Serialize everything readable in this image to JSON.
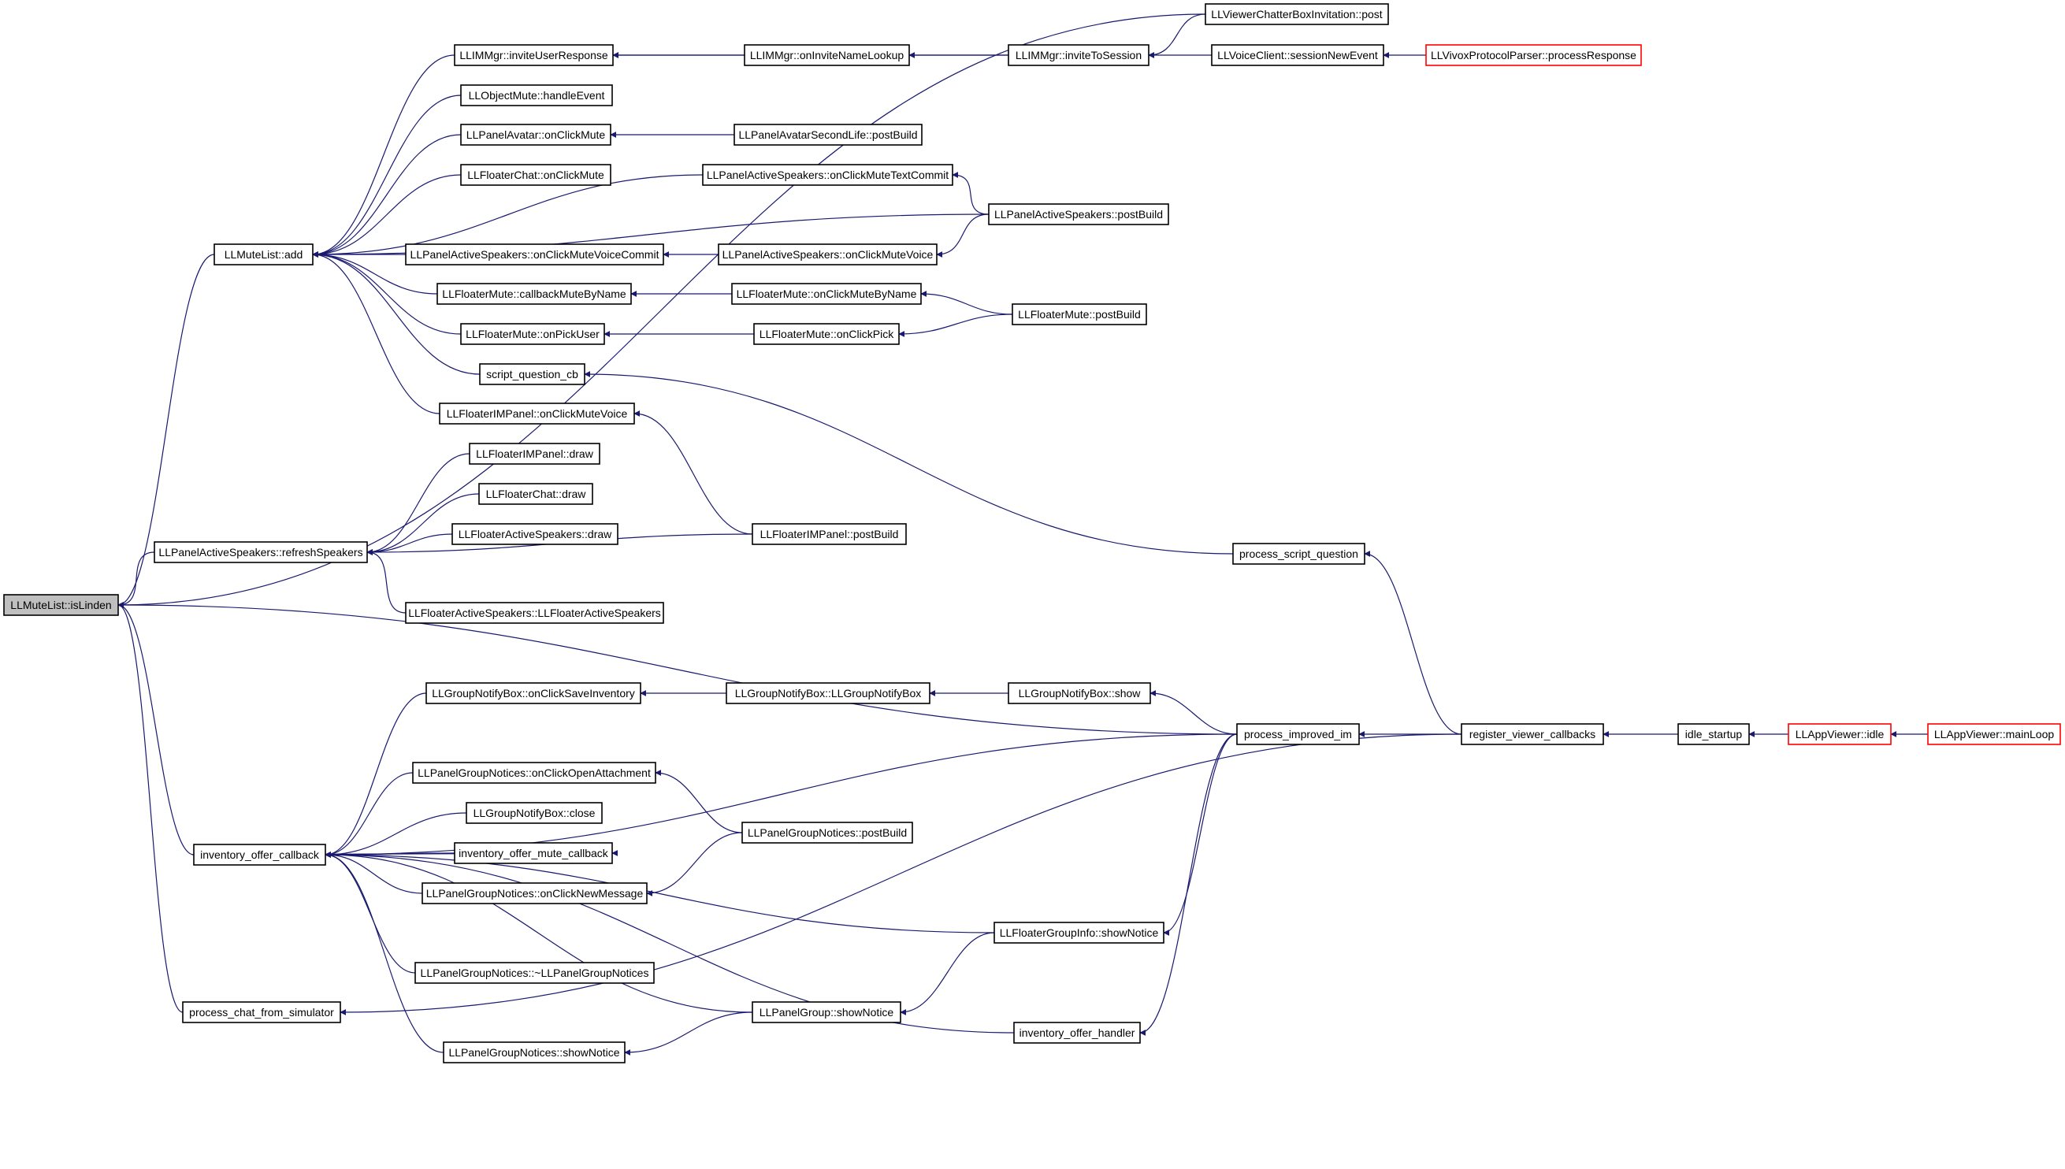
{
  "graph": {
    "colors": {
      "edge": "#191970",
      "node_border": "#000000",
      "truncated_border": "#ff0000",
      "selected_fill": "#bfbfbf"
    },
    "nodes": [
      {
        "id": "isLinden",
        "label": "LLMuteList::isLinden",
        "selected": true
      },
      {
        "id": "add",
        "label": "LLMuteList::add"
      },
      {
        "id": "refresh",
        "label": "LLPanelActiveSpeakers::refreshSpeakers"
      },
      {
        "id": "invcb",
        "label": "inventory_offer_callback"
      },
      {
        "id": "chatsim",
        "label": "process_chat_from_simulator"
      },
      {
        "id": "invUserResp",
        "label": "LLIMMgr::inviteUserResponse"
      },
      {
        "id": "objMute",
        "label": "LLObjectMute::handleEvent"
      },
      {
        "id": "pAvClick",
        "label": "LLPanelAvatar::onClickMute"
      },
      {
        "id": "fChatClick",
        "label": "LLFloaterChat::onClickMute"
      },
      {
        "id": "pasVoiceCommit",
        "label": "LLPanelActiveSpeakers::onClickMuteVoiceCommit"
      },
      {
        "id": "fmCbByName",
        "label": "LLFloaterMute::callbackMuteByName"
      },
      {
        "id": "fmPickUser",
        "label": "LLFloaterMute::onPickUser"
      },
      {
        "id": "scriptQ",
        "label": "script_question_cb"
      },
      {
        "id": "fimMuteVoice",
        "label": "LLFloaterIMPanel::onClickMuteVoice"
      },
      {
        "id": "fimDraw",
        "label": "LLFloaterIMPanel::draw"
      },
      {
        "id": "fchatDraw",
        "label": "LLFloaterChat::draw"
      },
      {
        "id": "fasDraw",
        "label": "LLFloaterActiveSpeakers::draw"
      },
      {
        "id": "fasCtor",
        "label": "LLFloaterActiveSpeakers::LLFloaterActiveSpeakers"
      },
      {
        "id": "onInviteName",
        "label": "LLIMMgr::onInviteNameLookup"
      },
      {
        "id": "pavslPost",
        "label": "LLPanelAvatarSecondLife::postBuild"
      },
      {
        "id": "pasTextCommit",
        "label": "LLPanelActiveSpeakers::onClickMuteTextCommit"
      },
      {
        "id": "pasClickVoice",
        "label": "LLPanelActiveSpeakers::onClickMuteVoice"
      },
      {
        "id": "fmClickByName",
        "label": "LLFloaterMute::onClickMuteByName"
      },
      {
        "id": "fmClickPick",
        "label": "LLFloaterMute::onClickPick"
      },
      {
        "id": "fimPost",
        "label": "LLFloaterIMPanel::postBuild"
      },
      {
        "id": "inviteToSession",
        "label": "LLIMMgr::inviteToSession"
      },
      {
        "id": "pasPost",
        "label": "LLPanelActiveSpeakers::postBuild"
      },
      {
        "id": "fmPost",
        "label": "LLFloaterMute::postBuild"
      },
      {
        "id": "vcbPost",
        "label": "LLViewerChatterBoxInvitation::post"
      },
      {
        "id": "voiceNew",
        "label": "LLVoiceClient::sessionNewEvent"
      },
      {
        "id": "vivox",
        "label": "LLVivoxProtocolParser::processResponse",
        "truncated": true
      },
      {
        "id": "procScriptQ",
        "label": "process_script_question"
      },
      {
        "id": "gnbSaveInv",
        "label": "LLGroupNotifyBox::onClickSaveInventory"
      },
      {
        "id": "gnbCtor",
        "label": "LLGroupNotifyBox::LLGroupNotifyBox"
      },
      {
        "id": "gnbShow",
        "label": "LLGroupNotifyBox::show"
      },
      {
        "id": "procIm",
        "label": "process_improved_im"
      },
      {
        "id": "regCb",
        "label": "register_viewer_callbacks"
      },
      {
        "id": "idleStartup",
        "label": "idle_startup"
      },
      {
        "id": "appIdle",
        "label": "LLAppViewer::idle",
        "truncated": true
      },
      {
        "id": "appLoop",
        "label": "LLAppViewer::mainLoop",
        "truncated": true
      },
      {
        "id": "pgnOpenAtt",
        "label": "LLPanelGroupNotices::onClickOpenAttachment"
      },
      {
        "id": "gnbClose",
        "label": "LLGroupNotifyBox::close"
      },
      {
        "id": "invMuteCb",
        "label": "inventory_offer_mute_callback"
      },
      {
        "id": "pgnNewMsg",
        "label": "LLPanelGroupNotices::onClickNewMessage"
      },
      {
        "id": "pgnPost",
        "label": "LLPanelGroupNotices::postBuild"
      },
      {
        "id": "fgiShowNotice",
        "label": "LLFloaterGroupInfo::showNotice"
      },
      {
        "id": "pgnDtor",
        "label": "LLPanelGroupNotices::~LLPanelGroupNotices"
      },
      {
        "id": "pgShowNotice",
        "label": "LLPanelGroup::showNotice"
      },
      {
        "id": "pgnShowNotice",
        "label": "LLPanelGroupNotices::showNotice"
      },
      {
        "id": "invHandler",
        "label": "inventory_offer_handler"
      }
    ],
    "edges": [
      [
        "add",
        "isLinden"
      ],
      [
        "refresh",
        "isLinden"
      ],
      [
        "invcb",
        "isLinden"
      ],
      [
        "chatsim",
        "isLinden"
      ],
      [
        "vcbPost",
        "isLinden"
      ],
      [
        "procIm",
        "isLinden"
      ],
      [
        "invUserResp",
        "add"
      ],
      [
        "objMute",
        "add"
      ],
      [
        "pAvClick",
        "add"
      ],
      [
        "fChatClick",
        "add"
      ],
      [
        "pasVoiceCommit",
        "add"
      ],
      [
        "fmCbByName",
        "add"
      ],
      [
        "fmPickUser",
        "add"
      ],
      [
        "scriptQ",
        "add"
      ],
      [
        "fimMuteVoice",
        "add"
      ],
      [
        "pasTextCommit",
        "add"
      ],
      [
        "pasPost",
        "add"
      ],
      [
        "fimDraw",
        "refresh"
      ],
      [
        "fchatDraw",
        "refresh"
      ],
      [
        "fasDraw",
        "refresh"
      ],
      [
        "fasCtor",
        "refresh"
      ],
      [
        "fimPost",
        "refresh"
      ],
      [
        "onInviteName",
        "invUserResp"
      ],
      [
        "inviteToSession",
        "invUserResp"
      ],
      [
        "pavslPost",
        "pAvClick"
      ],
      [
        "pasClickVoice",
        "pasVoiceCommit"
      ],
      [
        "fmClickByName",
        "fmCbByName"
      ],
      [
        "fmClickPick",
        "fmPickUser"
      ],
      [
        "procScriptQ",
        "scriptQ"
      ],
      [
        "fimPost",
        "fimMuteVoice"
      ],
      [
        "inviteToSession",
        "onInviteName"
      ],
      [
        "pasPost",
        "pasTextCommit"
      ],
      [
        "pasPost",
        "pasClickVoice"
      ],
      [
        "fmPost",
        "fmClickByName"
      ],
      [
        "fmPost",
        "fmClickPick"
      ],
      [
        "vcbPost",
        "inviteToSession"
      ],
      [
        "voiceNew",
        "inviteToSession"
      ],
      [
        "vivox",
        "voiceNew"
      ],
      [
        "regCb",
        "procScriptQ"
      ],
      [
        "gnbSaveInv",
        "invcb"
      ],
      [
        "procIm",
        "invcb"
      ],
      [
        "pgnOpenAtt",
        "invcb"
      ],
      [
        "gnbClose",
        "invcb"
      ],
      [
        "invMuteCb",
        "invcb"
      ],
      [
        "pgnNewMsg",
        "invcb"
      ],
      [
        "fgiShowNotice",
        "invcb"
      ],
      [
        "pgnDtor",
        "invcb"
      ],
      [
        "pgShowNotice",
        "invcb"
      ],
      [
        "pgnShowNotice",
        "invcb"
      ],
      [
        "invHandler",
        "invcb"
      ],
      [
        "invcb",
        "invMuteCb"
      ],
      [
        "gnbCtor",
        "gnbSaveInv"
      ],
      [
        "gnbShow",
        "gnbCtor"
      ],
      [
        "procIm",
        "gnbShow"
      ],
      [
        "regCb",
        "procIm"
      ],
      [
        "idleStartup",
        "regCb"
      ],
      [
        "appIdle",
        "idleStartup"
      ],
      [
        "appLoop",
        "appIdle"
      ],
      [
        "pgnPost",
        "pgnOpenAtt"
      ],
      [
        "pgnPost",
        "pgnNewMsg"
      ],
      [
        "procIm",
        "fgiShowNotice"
      ],
      [
        "fgiShowNotice",
        "pgShowNotice"
      ],
      [
        "pgShowNotice",
        "pgnShowNotice"
      ],
      [
        "procIm",
        "invHandler"
      ],
      [
        "regCb",
        "chatsim"
      ]
    ]
  }
}
